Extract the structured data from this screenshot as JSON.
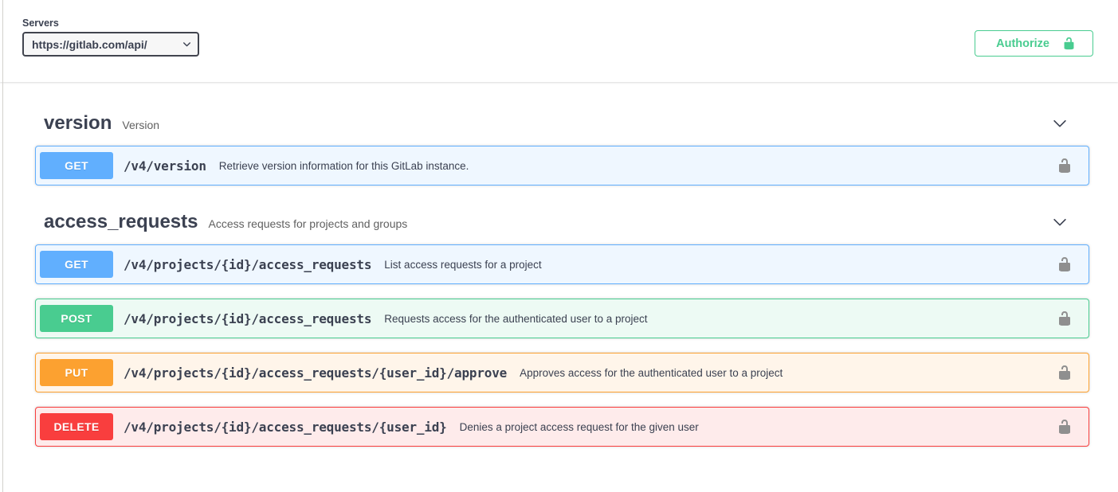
{
  "servers": {
    "label": "Servers",
    "selected_url": "https://gitlab.com/api/"
  },
  "authorize": {
    "label": "Authorize",
    "lock_state": "unlocked"
  },
  "colors": {
    "get": "#61affe",
    "post": "#49cc90",
    "put": "#fca130",
    "delete": "#f93e3e",
    "authorize_green": "#49cc90",
    "heading": "#3b4151",
    "lock_gray": "#8f8f8f"
  },
  "sections": [
    {
      "title": "version",
      "description": "Version",
      "expanded": false,
      "operations": [
        {
          "method": "GET",
          "path": "/v4/version",
          "summary": "Retrieve version information for this GitLab instance.",
          "auth": "unlocked"
        }
      ]
    },
    {
      "title": "access_requests",
      "description": "Access requests for projects and groups",
      "expanded": false,
      "operations": [
        {
          "method": "GET",
          "path": "/v4/projects/{id}/access_requests",
          "summary": "List access requests for a project",
          "auth": "unlocked"
        },
        {
          "method": "POST",
          "path": "/v4/projects/{id}/access_requests",
          "summary": "Requests access for the authenticated user to a project",
          "auth": "unlocked"
        },
        {
          "method": "PUT",
          "path": "/v4/projects/{id}/access_requests/{user_id}/approve",
          "summary": "Approves access for the authenticated user to a project",
          "auth": "unlocked"
        },
        {
          "method": "DELETE",
          "path": "/v4/projects/{id}/access_requests/{user_id}",
          "summary": "Denies a project access request for the given user",
          "auth": "unlocked"
        }
      ]
    }
  ]
}
